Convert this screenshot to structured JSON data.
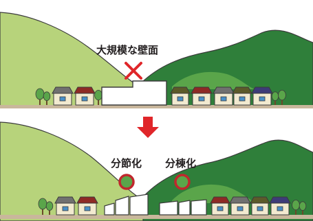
{
  "top_panel": {
    "label": "大規模な壁面",
    "mark": "cross-mark"
  },
  "transition": {
    "icon": "down-arrow-icon"
  },
  "bottom_panel": {
    "labels": [
      "分節化",
      "分棟化"
    ],
    "mark": "circle-mark"
  },
  "colors": {
    "hill_light": "#b7d37b",
    "hill_dark": "#2f7f3a",
    "hill_mid": "#5aa54a",
    "outline": "#3b3b3b",
    "ground": "#c9b79c",
    "cross": "#e0262a",
    "arrow": "#e0262a",
    "circle_ring": "#c0272d",
    "circle_fill": "#5aa54a",
    "roof_gray": "#707070",
    "roof_red": "#8e2a25",
    "roof_olive": "#5c5a2a",
    "roof_navy": "#3d3b78",
    "wall": "#f2ead0",
    "window": "#4a90c8"
  }
}
